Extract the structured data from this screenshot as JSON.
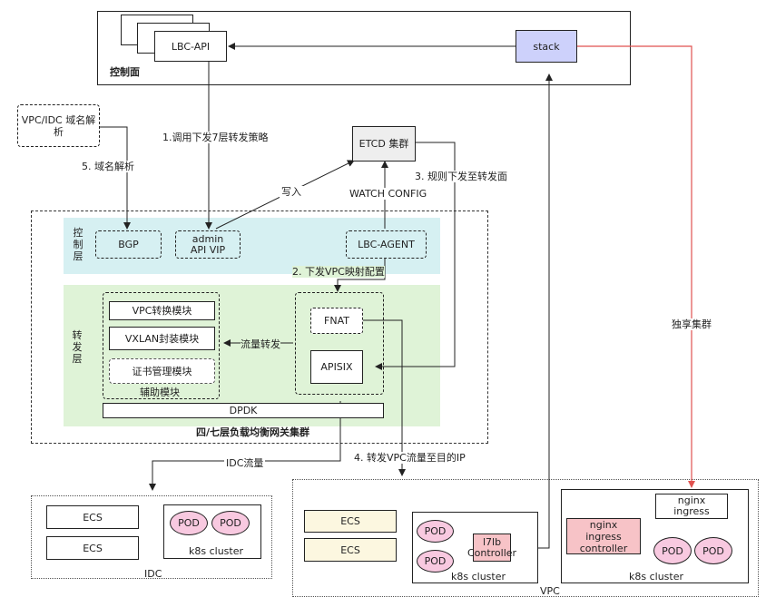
{
  "control_plane": {
    "title": "控制面",
    "lbc_api": "LBC-API",
    "stack": "stack"
  },
  "vpc_idc_dns": "VPC/IDC 域名解析",
  "etcd": "ETCD 集群",
  "edges": {
    "step1": "1.调用下发7层转发策略",
    "step2": "2. 下发VPC映射配置",
    "step3": "3. 规则下发至转发面",
    "step4": "4. 转发VPC流量至目的IP",
    "step5": "5. 域名解析",
    "write": "写入",
    "watch": "WATCH CONFIG",
    "forward": "流量转发",
    "idc_traffic": "IDC流量",
    "exclusive": "独享集群"
  },
  "gateway_cluster": {
    "title": "四/七层负载均衡网关集群",
    "control_layer": {
      "label": "控制层",
      "bgp": "BGP",
      "api_vip": "admin API VIP",
      "lbc_agent": "LBC-AGENT"
    },
    "forward_layer": {
      "label": "转发层",
      "aux": {
        "title": "辅助模块",
        "vpc": "VPC转换模块",
        "vxlan": "VXLAN封装模块",
        "cert": "证书管理模块"
      },
      "fnat": "FNAT",
      "apisix": "APISIX",
      "dpdk": "DPDK"
    }
  },
  "idc": {
    "label": "IDC",
    "ecs": [
      "ECS",
      "ECS"
    ],
    "pods": [
      "POD",
      "POD"
    ],
    "k8s": "k8s cluster"
  },
  "vpc": {
    "label": "VPC",
    "ecs": [
      "ECS",
      "ECS"
    ],
    "k8s1": {
      "pods": [
        "POD",
        "POD"
      ],
      "controller": "l7lb Controller",
      "label": "k8s cluster"
    },
    "k8s2": {
      "nginx": "nginx ingress",
      "controller": "nginx ingress controller",
      "pods": [
        "POD",
        "POD"
      ],
      "label": "k8s cluster"
    }
  },
  "colors": {
    "stack": "#cdd1fb",
    "etcd": "#eeeeee",
    "control_layer": "#d6f0f2",
    "forward_layer": "#dff3d7",
    "ecs": "#fcf7e0",
    "pink": "#f7c3c7",
    "pod": "#f8c9e0",
    "red_line": "#e0524f"
  }
}
